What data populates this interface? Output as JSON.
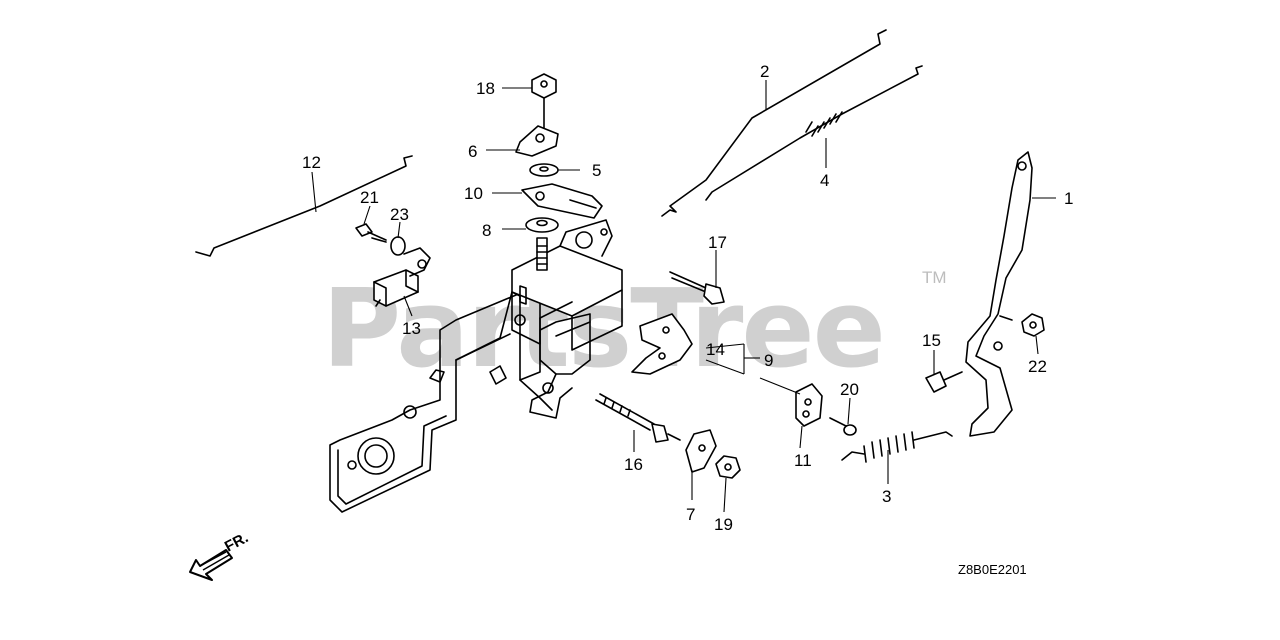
{
  "watermark": "PartsTree",
  "trademark": "TM",
  "direction_label": "FR.",
  "diagram_code": "Z8B0E2201",
  "callouts": [
    {
      "id": "c1",
      "label": "1"
    },
    {
      "id": "c2",
      "label": "2"
    },
    {
      "id": "c3",
      "label": "3"
    },
    {
      "id": "c4",
      "label": "4"
    },
    {
      "id": "c5",
      "label": "5"
    },
    {
      "id": "c6",
      "label": "6"
    },
    {
      "id": "c7",
      "label": "7"
    },
    {
      "id": "c8",
      "label": "8"
    },
    {
      "id": "c9",
      "label": "9"
    },
    {
      "id": "c10",
      "label": "10"
    },
    {
      "id": "c11",
      "label": "11"
    },
    {
      "id": "c12",
      "label": "12"
    },
    {
      "id": "c13",
      "label": "13"
    },
    {
      "id": "c14",
      "label": "14"
    },
    {
      "id": "c15",
      "label": "15"
    },
    {
      "id": "c16",
      "label": "16"
    },
    {
      "id": "c17",
      "label": "17"
    },
    {
      "id": "c18",
      "label": "18"
    },
    {
      "id": "c19",
      "label": "19"
    },
    {
      "id": "c20",
      "label": "20"
    },
    {
      "id": "c21",
      "label": "21"
    },
    {
      "id": "c22",
      "label": "22"
    },
    {
      "id": "c23",
      "label": "23"
    }
  ]
}
